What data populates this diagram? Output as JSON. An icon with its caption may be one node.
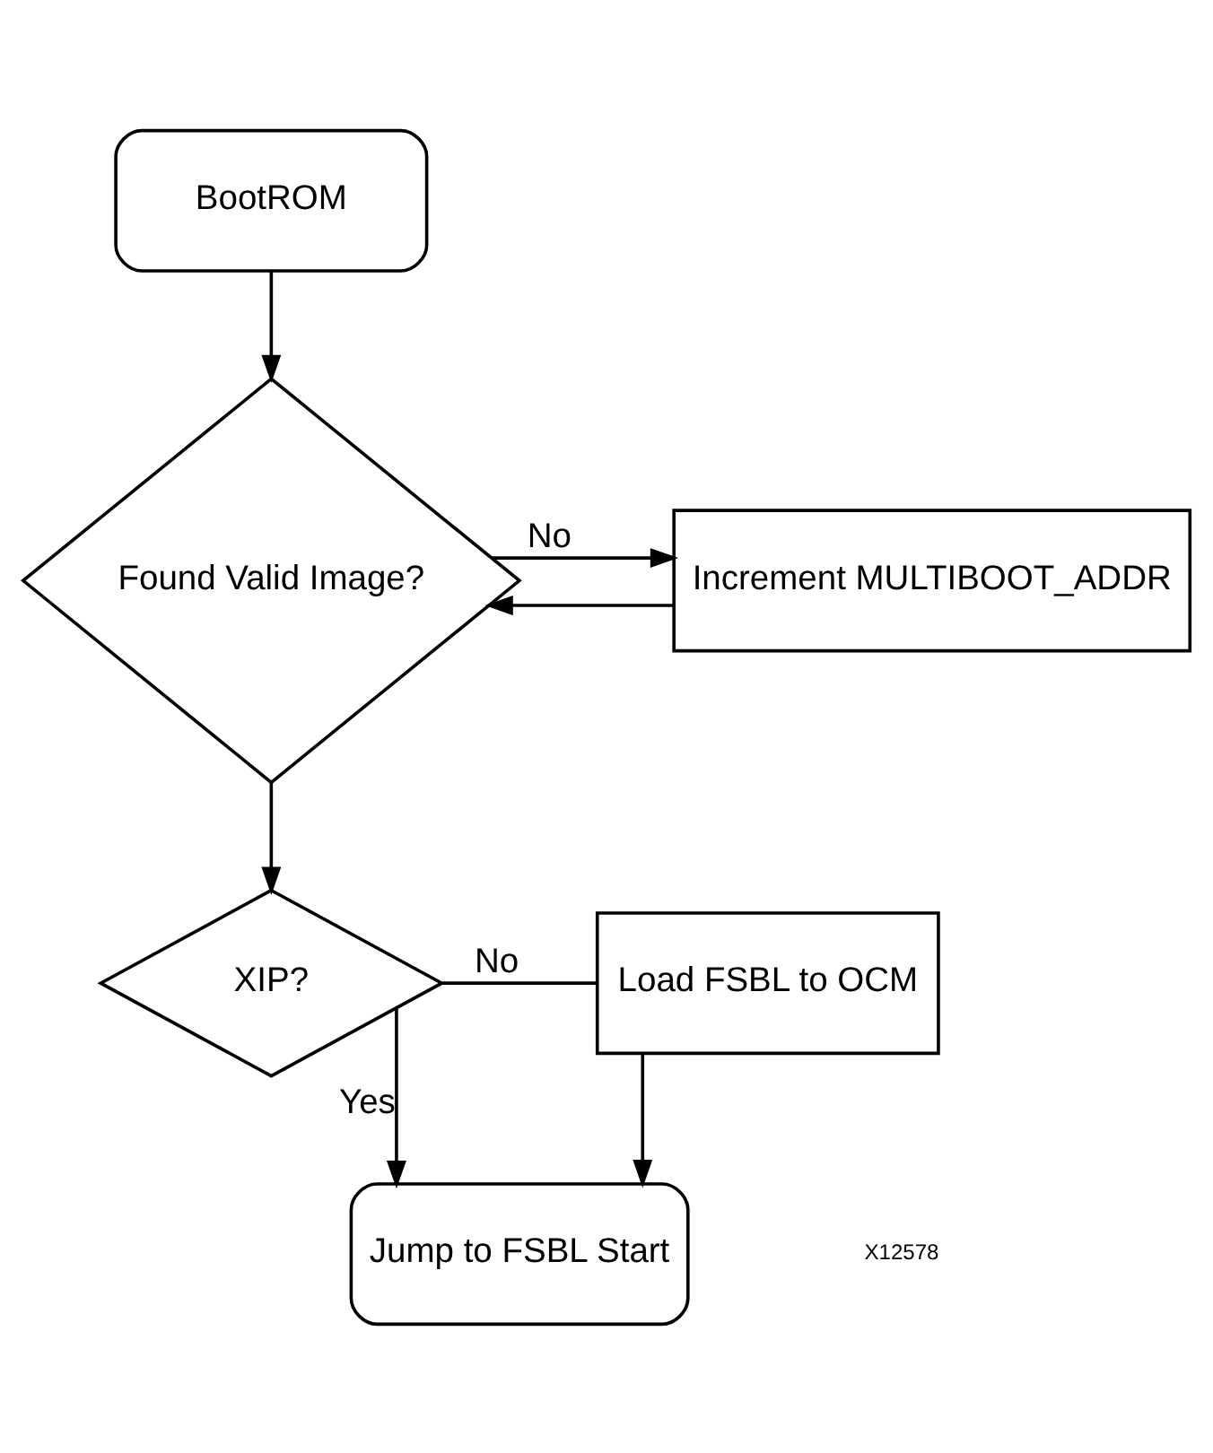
{
  "diagram": {
    "nodes": [
      {
        "text": [
          "BootROM"
        ]
      },
      {
        "text": [
          "Found Valid Image?"
        ]
      },
      {
        "text": [
          "Increment MULTIBOOT_ADDR"
        ]
      },
      {
        "text": [
          "XIP?"
        ]
      },
      {
        "text": [
          "Load FSBL to OCM"
        ]
      },
      {
        "text": [
          "Jump to FSBL Start"
        ]
      }
    ],
    "edges": [
      {
        "from": 0,
        "to": 1,
        "arrow": "to"
      },
      {
        "from": 1,
        "to": 2,
        "label": "No",
        "arrow": "to"
      },
      {
        "from": 2,
        "to": 1,
        "arrow": "to"
      },
      {
        "from": 1,
        "to": 3,
        "arrow": "to"
      },
      {
        "from": 3,
        "to": 4,
        "label": "No",
        "arrow": "none"
      },
      {
        "from": 3,
        "to": 5,
        "label": "Yes",
        "arrow": "to"
      },
      {
        "from": 4,
        "to": 5,
        "arrow": "to"
      }
    ],
    "labels": [
      "X12578"
    ]
  }
}
